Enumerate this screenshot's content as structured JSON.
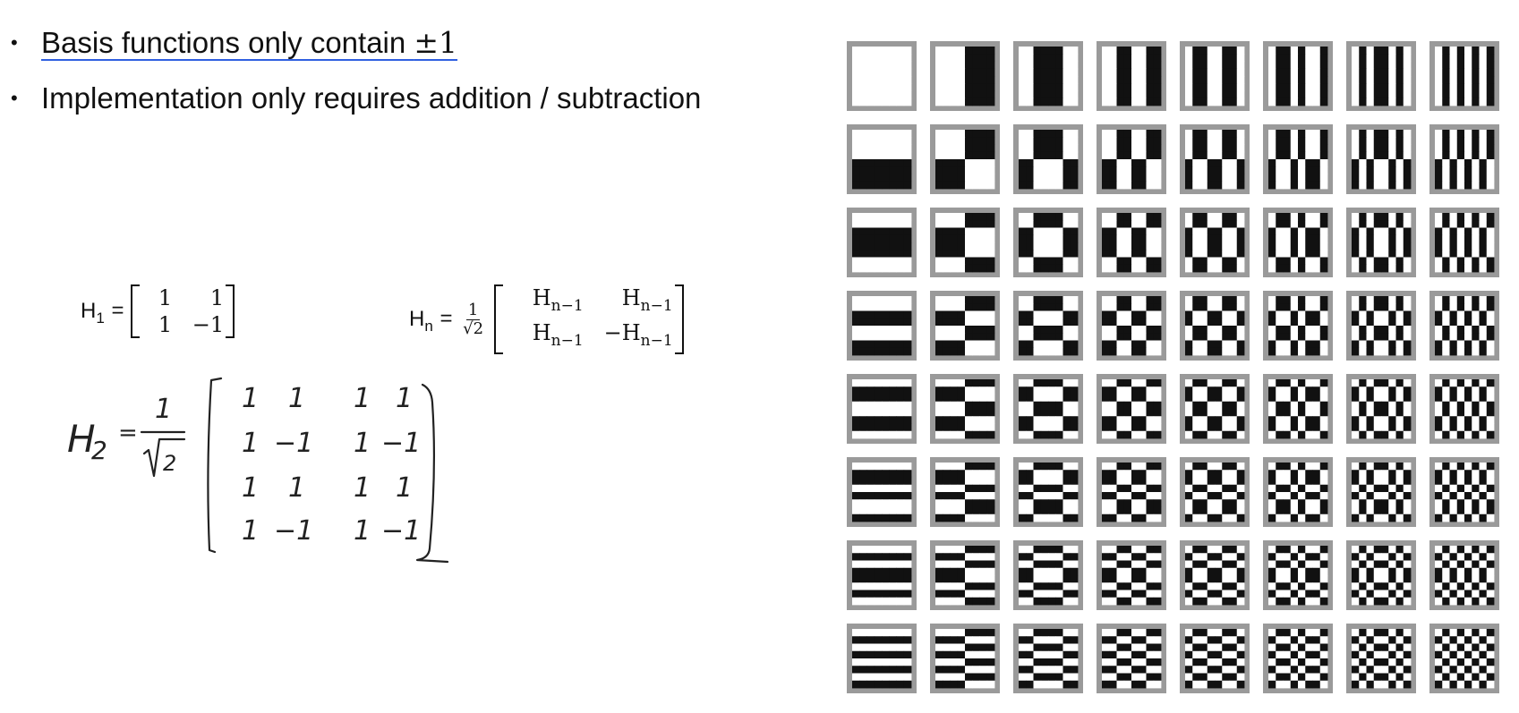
{
  "bullets": [
    {
      "text_before": "Basis functions only contain ",
      "symbol": "±1",
      "hyperlink": true
    },
    {
      "text": "Implementation only requires addition / subtraction",
      "hyperlink": false
    }
  ],
  "equation_h1": {
    "lhs": "H",
    "lhs_sub": "1",
    "equals": "=",
    "matrix": [
      [
        "1",
        "1"
      ],
      [
        "1",
        "−1"
      ]
    ]
  },
  "equation_hn": {
    "lhs": "H",
    "lhs_sub": "n",
    "equals": "=",
    "frac_num": "1",
    "frac_den": "√2",
    "matrix": [
      [
        {
          "sym": "H",
          "sub": "n−1"
        },
        {
          "sym": "H",
          "sub": "n−1"
        }
      ],
      [
        {
          "sym": "H",
          "sub": "n−1"
        },
        {
          "sym": "−H",
          "sub": "n−1"
        }
      ]
    ]
  },
  "handwritten_h2": {
    "lhs": "H",
    "lhs_sub": "2",
    "frac_num": "1",
    "frac_den": "√2",
    "matrix": [
      [
        "1",
        "1",
        "1",
        "1"
      ],
      [
        "1",
        "−1",
        "1",
        "−1"
      ],
      [
        "1",
        "1",
        "1",
        "1"
      ],
      [
        "1",
        "−1",
        "1",
        "−1"
      ]
    ]
  },
  "walsh_basis_grid": {
    "rows": 8,
    "cols": 8,
    "frame_color": "#9a9a9a",
    "black": "#111111",
    "white": "#ffffff"
  }
}
